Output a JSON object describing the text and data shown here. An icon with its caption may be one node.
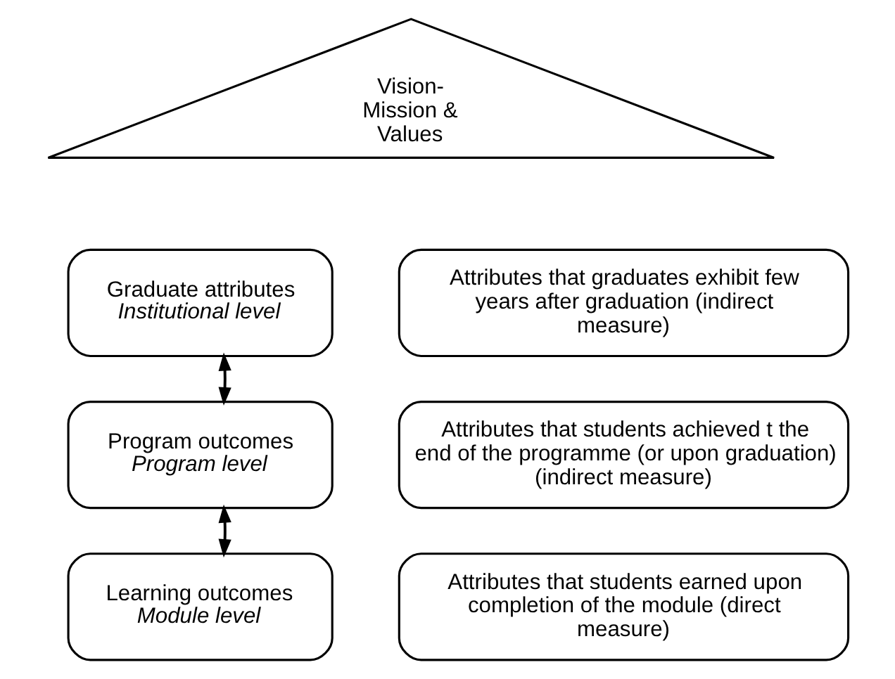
{
  "diagram": {
    "nodes": [
      {
        "text": [
          "Vision- Mission & Values"
        ]
      },
      {
        "text": [
          "Graduate attributes",
          "Institutional level"
        ]
      },
      {
        "text": [
          "Attributes that graduates exhibit few years after graduation (indirect measure)"
        ]
      },
      {
        "text": [
          "Program outcomes",
          "Program level"
        ]
      },
      {
        "text": [
          "Attributes that students achieved t the end of the programme (or upon graduation) (indirect measure)"
        ]
      },
      {
        "text": [
          "Learning outcomes",
          "Module level"
        ]
      },
      {
        "text": [
          "Attributes that students earned upon completion of the module (direct measure)"
        ]
      }
    ],
    "edges": [
      {
        "from": 1,
        "to": 3,
        "arrow": "both"
      },
      {
        "from": 3,
        "to": 5,
        "arrow": "both"
      }
    ]
  }
}
